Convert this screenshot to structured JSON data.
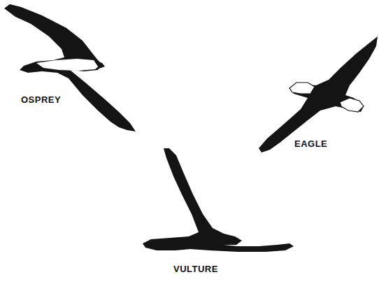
{
  "diagram": {
    "labels": [
      "OSPREY",
      "EAGLE",
      "VULTURE"
    ]
  }
}
